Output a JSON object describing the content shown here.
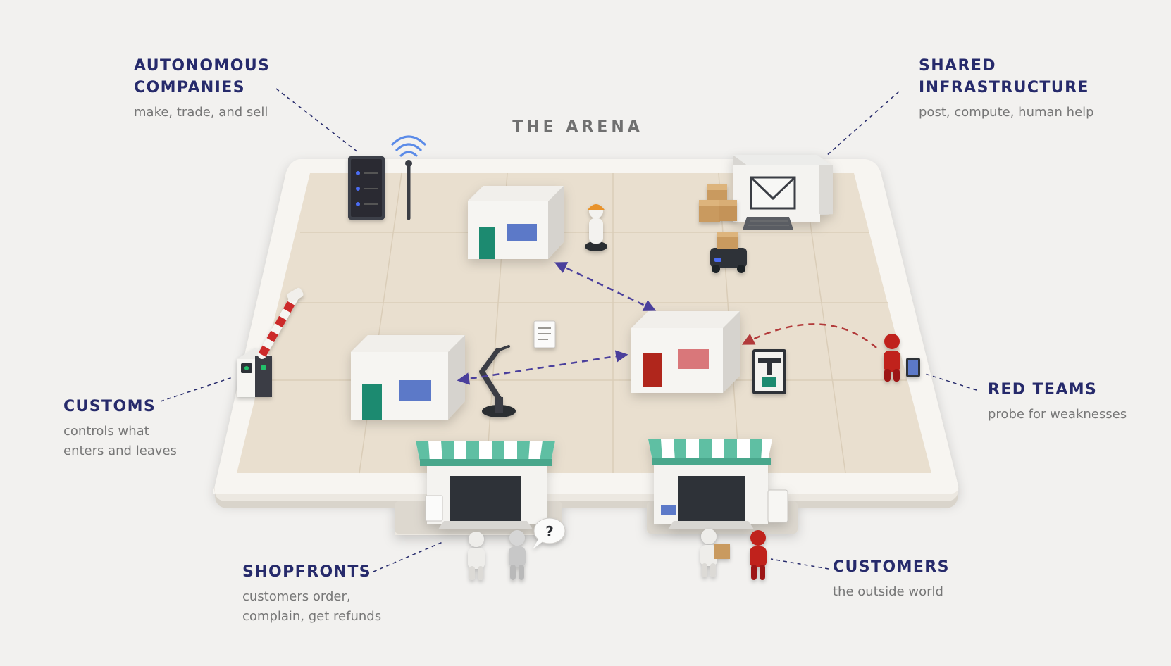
{
  "arena": {
    "title": "THE ARENA"
  },
  "callouts": {
    "autonomous_companies": {
      "title": "AUTONOMOUS\nCOMPANIES",
      "description": "make, trade, and sell"
    },
    "shared_infrastructure": {
      "title": "SHARED\nINFRASTRUCTURE",
      "description": "post, compute, human help"
    },
    "customs": {
      "title": "CUSTOMS",
      "description": "controls what\nenters and leaves"
    },
    "red_teams": {
      "title": "RED TEAMS",
      "description": "probe for weaknesses"
    },
    "shopfronts": {
      "title": "SHOPFRONTS",
      "description": "customers order,\ncomplain, get refunds"
    },
    "customers": {
      "title": "CUSTOMERS",
      "description": "the outside world"
    }
  },
  "speech_bubble": {
    "text": "?"
  },
  "icons": [
    "server-rack-icon",
    "wifi-antenna-icon",
    "mail-envelope-icon",
    "robot-arm-icon",
    "delivery-robot-icon",
    "document-icon",
    "tablet-icon"
  ],
  "colors": {
    "title_navy": "#262a6b",
    "description_gray": "#777777",
    "floor_beige": "#e9dfcf",
    "wall_white": "#f4f2ee",
    "trade_arrow_purple": "#4a3f9c",
    "attack_arrow_red": "#b23a3a",
    "door_teal": "#1f8a70",
    "door_red": "#b0251f",
    "window_blue": "#5b79c8",
    "awning_teal": "#5fbfa3",
    "red_team_figure": "#c0201c"
  }
}
